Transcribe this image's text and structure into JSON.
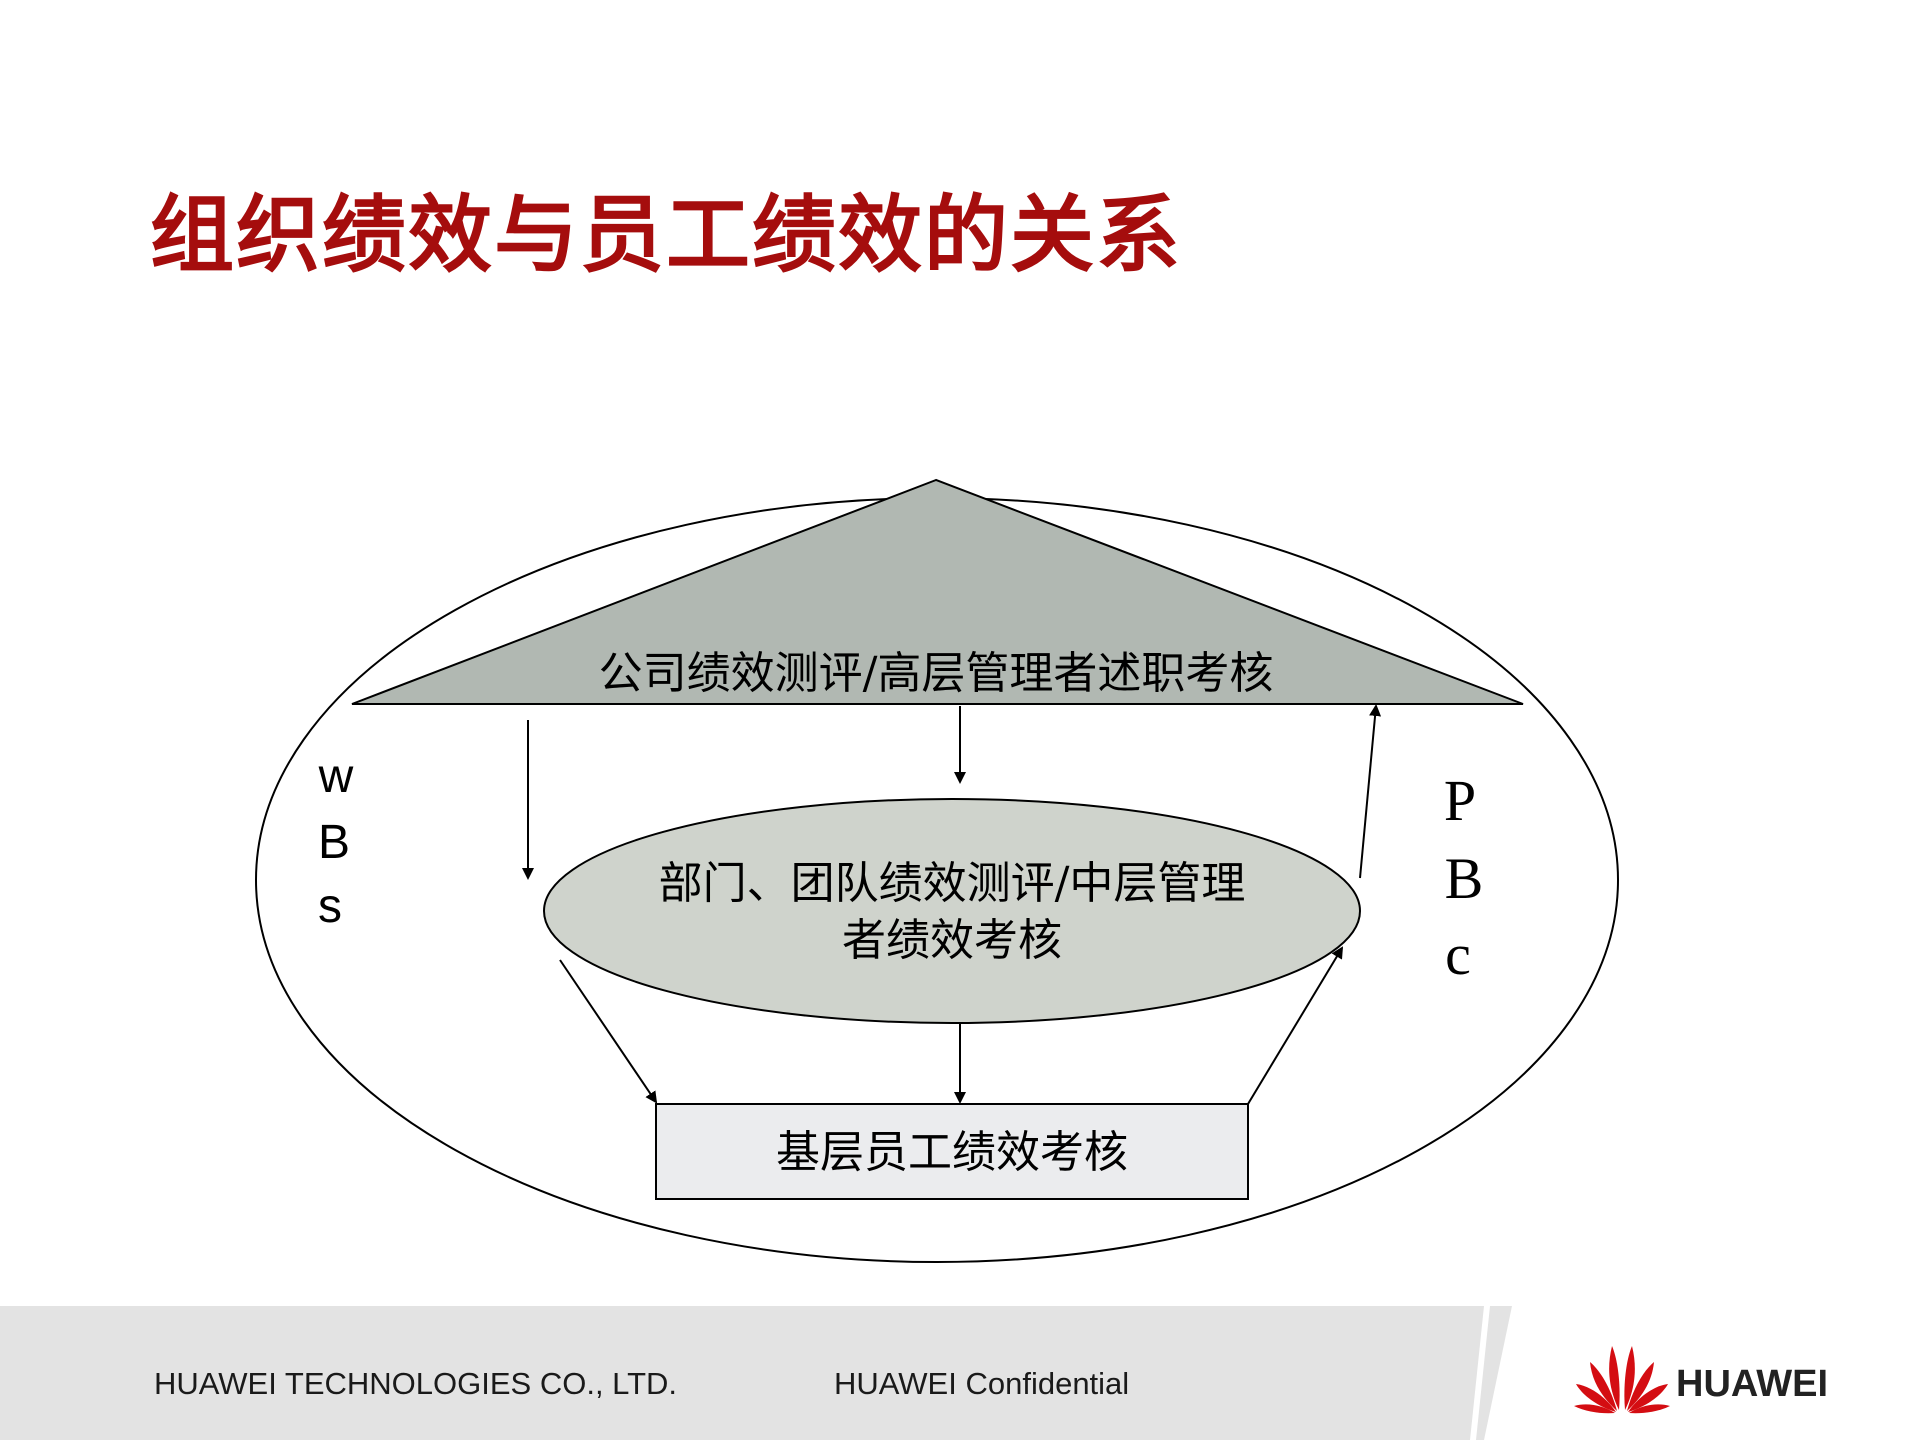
{
  "title": "组织绩效与员工绩效的关系",
  "diagram": {
    "top_label": "公司绩效测评/高层管理者述职考核",
    "middle_label_line1": "部门、团队绩效测评/中层管理",
    "middle_label_line2": "者绩效考核",
    "bottom_label": "基层员工绩效考核",
    "left_side": [
      "w",
      "B",
      "s"
    ],
    "right_side": [
      "P",
      "B",
      "c"
    ]
  },
  "footer": {
    "company": "HUAWEI TECHNOLOGIES CO., LTD.",
    "confidential": "HUAWEI Confidential",
    "logo_text": "HUAWEI",
    "logo_icon": "huawei-petal-logo-icon"
  },
  "colors": {
    "title": "#a50d0d",
    "triangle_fill": "#b1b8b2",
    "middle_ellipse_fill": "#cfd3cc",
    "bottom_box_fill": "#ebecee",
    "footer_bg": "#e3e3e3",
    "logo_red": "#d40d12"
  }
}
